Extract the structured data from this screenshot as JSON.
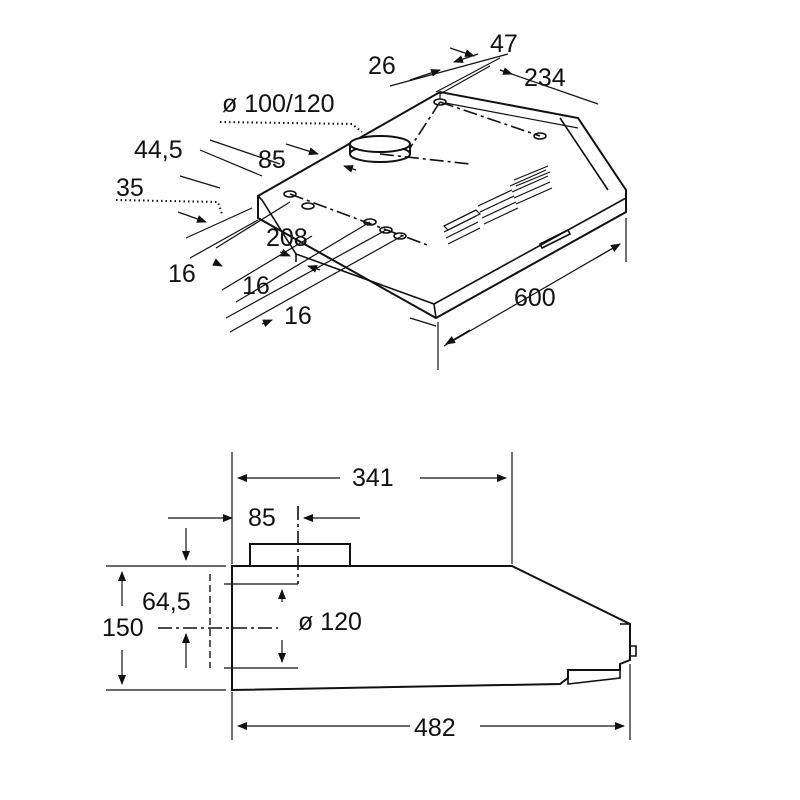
{
  "labels": {
    "top": {
      "d26": "26",
      "d47": "47",
      "d234": "234",
      "dia": "ø 100/120",
      "d44_5": "44,5",
      "d85": "85",
      "d35": "35",
      "d208": "208",
      "d16a": "16",
      "d16b": "16",
      "d16c": "16",
      "d600": "600"
    },
    "side": {
      "d341": "341",
      "d85": "85",
      "d64_5": "64,5",
      "d150": "150",
      "dia120": "ø 120",
      "d482": "482"
    }
  }
}
